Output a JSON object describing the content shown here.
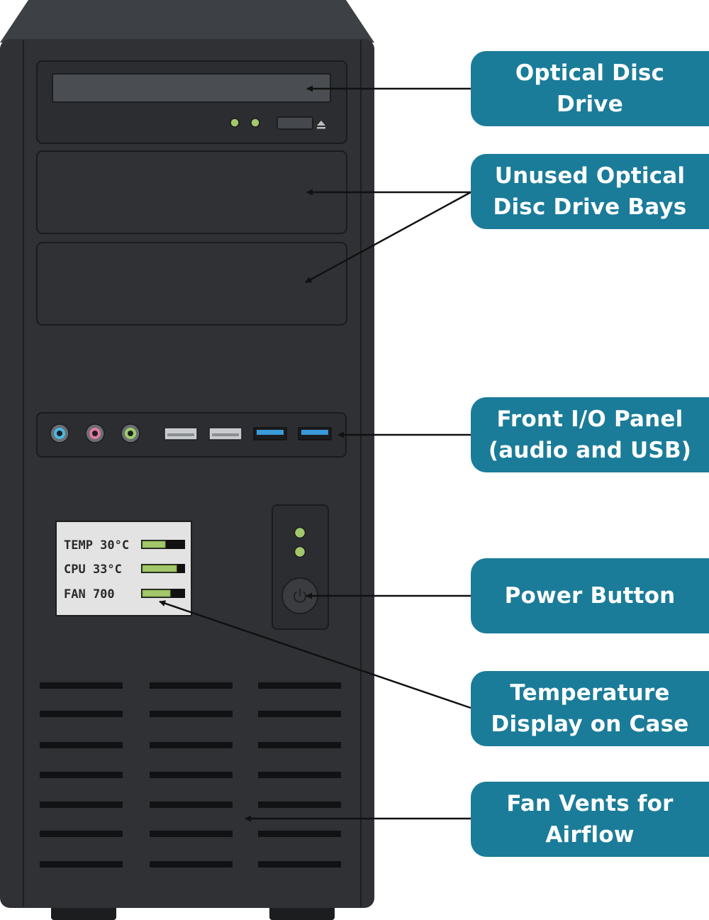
{
  "callouts": {
    "optical_drive": "Optical Disc\nDrive",
    "unused_bays": "Unused Optical\nDisc Drive Bays",
    "front_io": "Front I/O Panel\n(audio and USB)",
    "power_button": "Power Button",
    "temperature_display": "Temperature\nDisplay on Case",
    "fan_vents": "Fan Vents for\nAirflow"
  },
  "lcd": {
    "row1": "TEMP 30°C",
    "row2": "CPU 33°C",
    "row3": "FAN 700",
    "row1_level": 0.55,
    "row2_level": 0.82,
    "row3_level": 0.68
  },
  "icons": {
    "eject": "eject-icon",
    "power": "power-icon"
  },
  "colors": {
    "case": "#2f3134",
    "case_top": "#3d4044",
    "callout": "#1a7c99",
    "led": "#a3c86b",
    "usb3": "#3a9ad9"
  }
}
